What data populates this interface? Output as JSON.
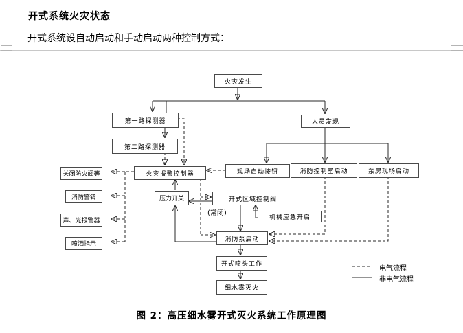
{
  "header": {
    "title": "开式系统火灾状态",
    "subtitle": "开式系统设自动启动和手动启动两种控制方式："
  },
  "diagram": {
    "nodes": {
      "fire_occurs": "火灾发生",
      "detector_path1": "第一路探测器",
      "detector_path2": "第二路探测器",
      "person_found": "人员发现",
      "alarm_controller": "火灾报警控制器",
      "close_fire_damper": "关闭防火阀等",
      "fire_bell": "消防警铃",
      "sound_light_alarm": "声、光报警器",
      "spray_indicator": "喷洒指示",
      "pressure_switch": "压力开关",
      "zone_control_valve": "开式区域控制阀",
      "zone_valve_note": "(常闭)",
      "site_start_button": "现场启动按钮",
      "control_room_start": "消防控制室启动",
      "pump_room_start": "泵房现场启动",
      "mechanical_emergency": "机械应急开启",
      "fire_pump_start": "消防泵启动",
      "open_sprinkler_work": "开式喷头工作",
      "water_mist_extinguish": "细水雾灭火"
    },
    "legend": {
      "dashed_label": "电气流程",
      "solid_label": "非电气流程"
    }
  },
  "caption": "图 2：高压细水雾开式灭火系统工作原理图",
  "colors": {
    "flow_line": "#2a2a2a",
    "box_border": "#4a4a4a",
    "page_rule": "#c8c8c8"
  }
}
